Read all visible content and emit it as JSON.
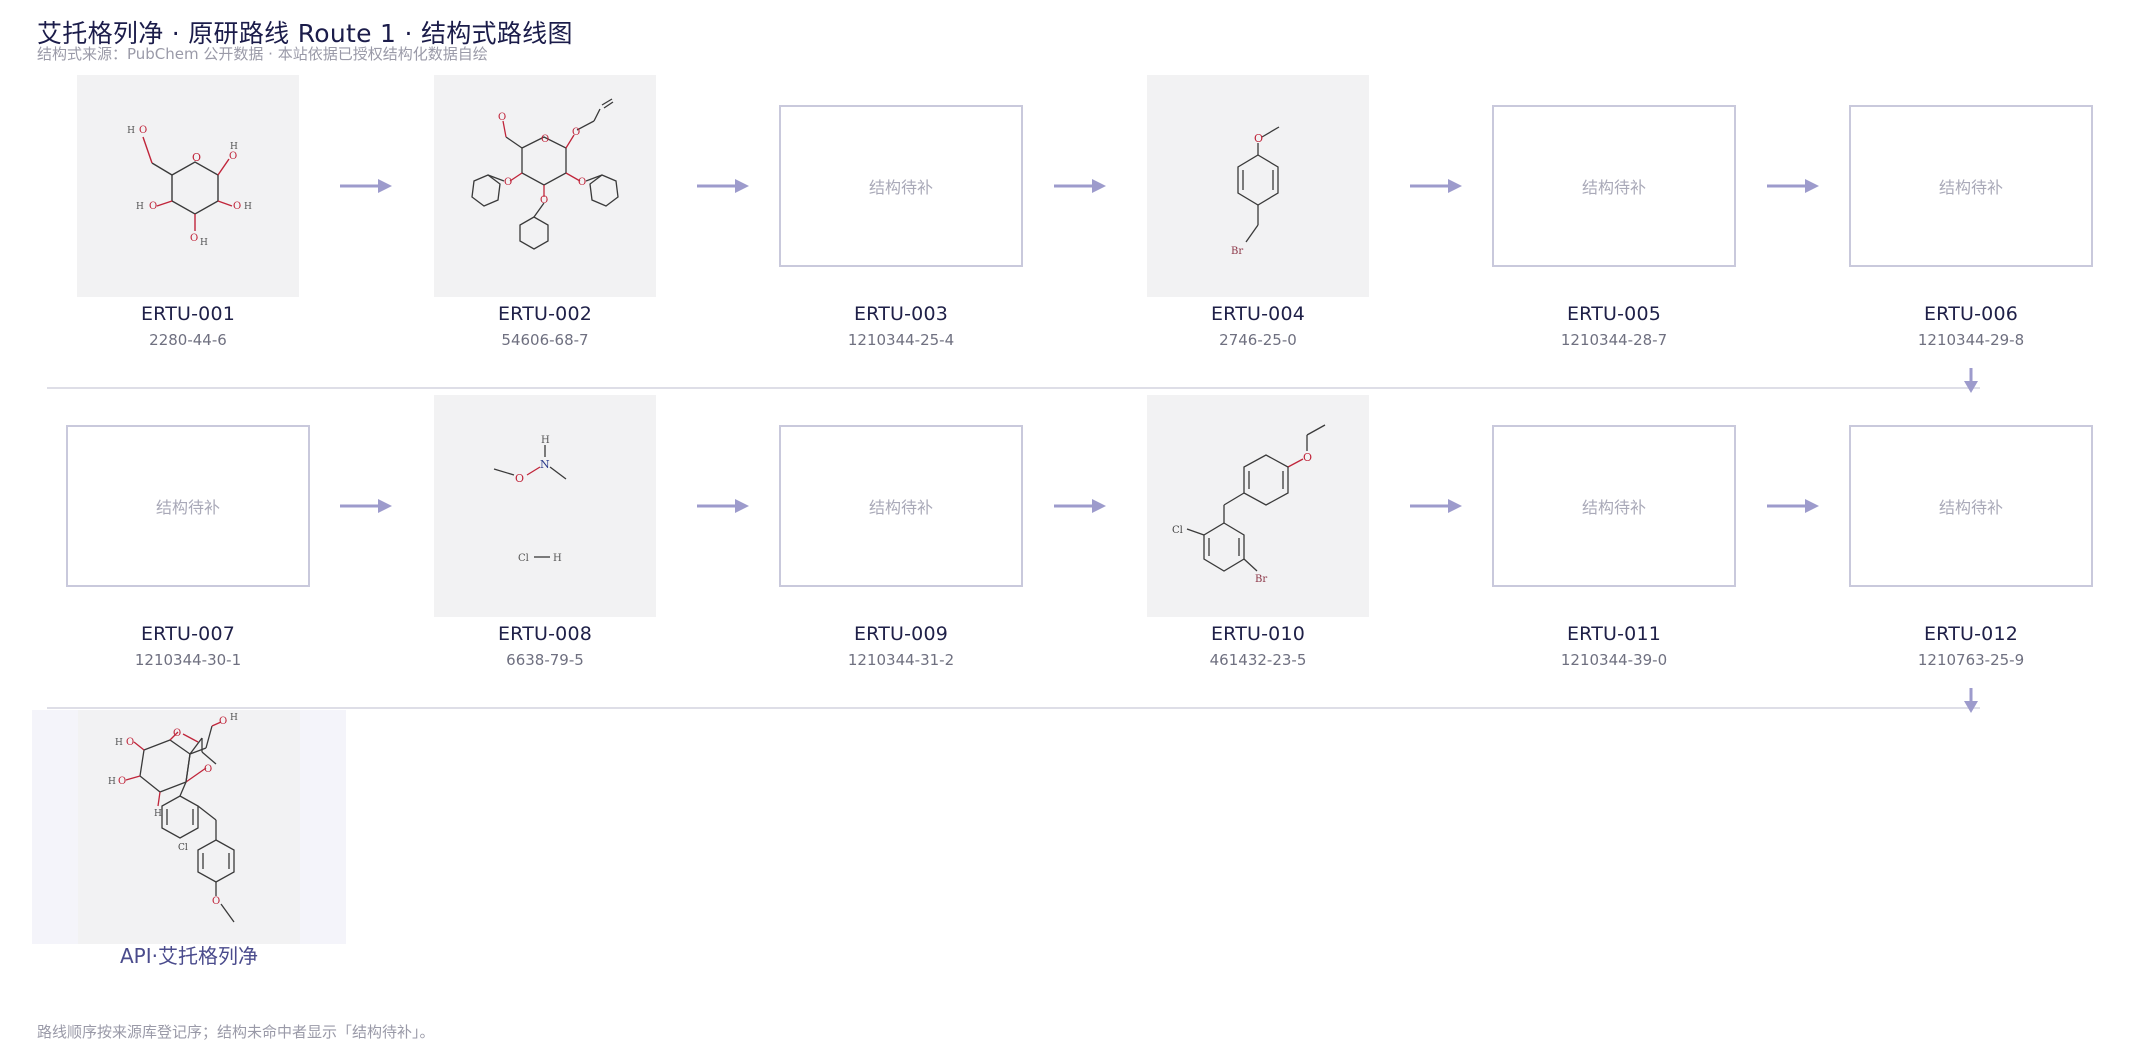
{
  "header": {
    "title": "艾托格列净 · 原研路线 Route 1 · 结构式路线图",
    "subtitle": "结构式来源：PubChem 公开数据 · 本站依据已授权结构化数据自绘"
  },
  "pending_label": "结构待补",
  "nodes": [
    {
      "code": "ERTU-001",
      "cas": "2280-44-6",
      "has_structure": true
    },
    {
      "code": "ERTU-002",
      "cas": "54606-68-7",
      "has_structure": true
    },
    {
      "code": "ERTU-003",
      "cas": "1210344-25-4",
      "has_structure": false
    },
    {
      "code": "ERTU-004",
      "cas": "2746-25-0",
      "has_structure": true
    },
    {
      "code": "ERTU-005",
      "cas": "1210344-28-7",
      "has_structure": false
    },
    {
      "code": "ERTU-006",
      "cas": "1210344-29-8",
      "has_structure": false
    },
    {
      "code": "ERTU-007",
      "cas": "1210344-30-1",
      "has_structure": false
    },
    {
      "code": "ERTU-008",
      "cas": "6638-79-5",
      "has_structure": true
    },
    {
      "code": "ERTU-009",
      "cas": "1210344-31-2",
      "has_structure": false
    },
    {
      "code": "ERTU-010",
      "cas": "461432-23-5",
      "has_structure": true
    },
    {
      "code": "ERTU-011",
      "cas": "1210344-39-0",
      "has_structure": false
    },
    {
      "code": "ERTU-012",
      "cas": "1210763-25-9",
      "has_structure": false
    }
  ],
  "api": {
    "label": "API·艾托格列净"
  },
  "atoms": {
    "ertu001": [
      "O",
      "O",
      "H",
      "O",
      "H",
      "H",
      "O",
      "H",
      "O",
      "O",
      "H"
    ],
    "ertu002": [
      "O",
      "O",
      "O",
      "O",
      "O",
      "O"
    ],
    "ertu004": [
      "O",
      "Br"
    ],
    "ertu008": [
      "H",
      "N",
      "O",
      "Cl",
      "H"
    ],
    "ertu010": [
      "O",
      "Cl",
      "Br"
    ],
    "api": [
      "O",
      "O",
      "H",
      "O",
      "H",
      "H",
      "O",
      "O",
      "H",
      "Cl",
      "O"
    ]
  },
  "footnote": "路线顺序按来源库登记序；结构未命中者显示「结构待补」。",
  "colors": {
    "accent": "#9d9bcc",
    "title": "#1b1c4a",
    "api_label": "#4a4b8c",
    "tile": "#f2f2f3",
    "pending_border": "#c9c9dc",
    "oxygen": "#c0253a",
    "bond": "#3a3a3a"
  }
}
